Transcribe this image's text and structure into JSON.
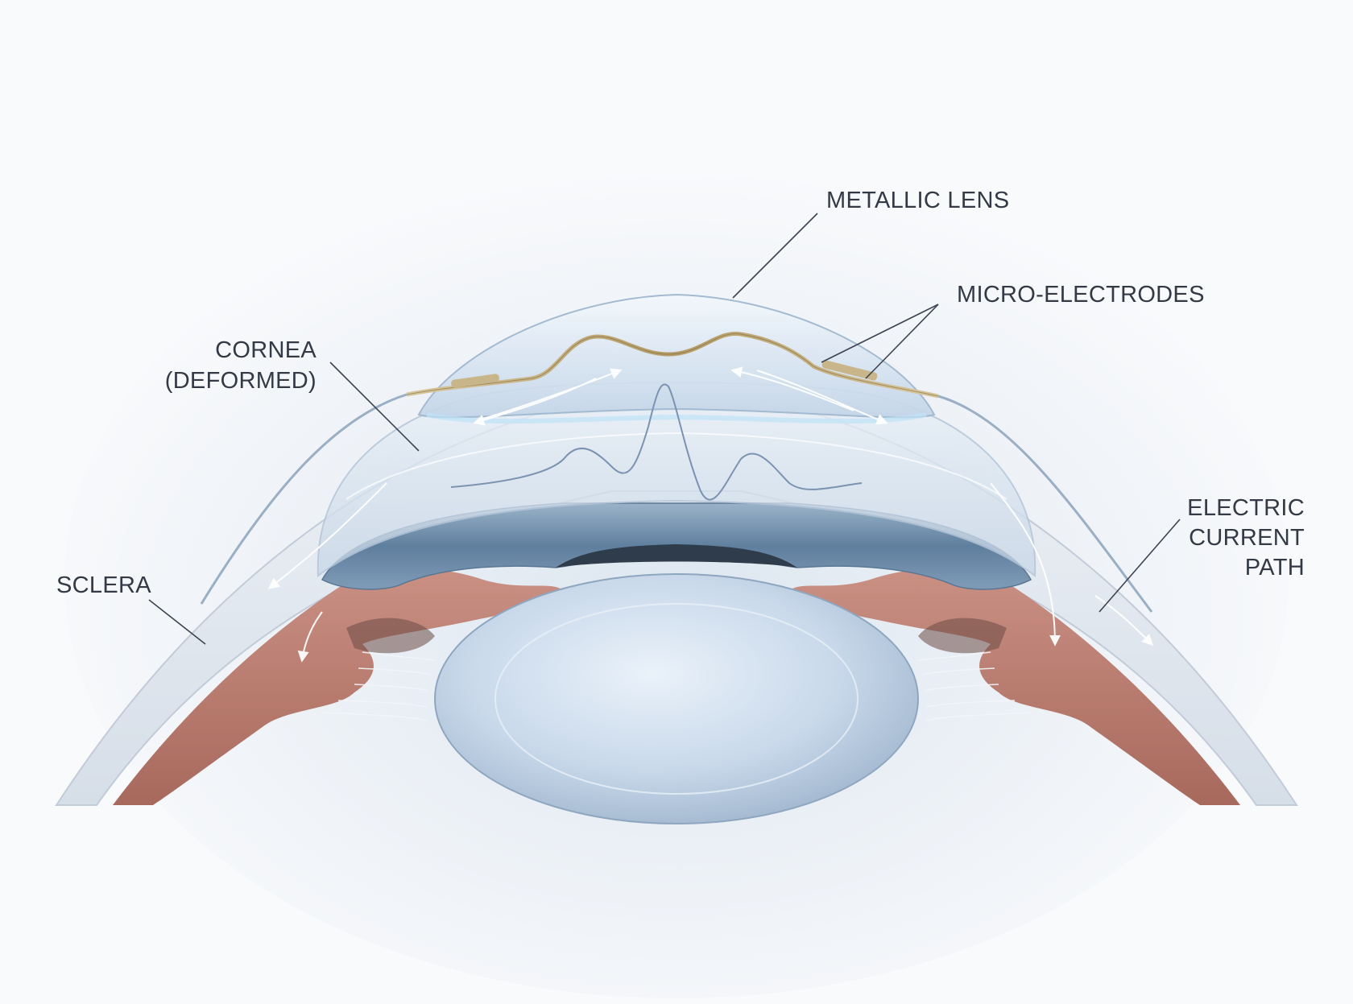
{
  "labels": {
    "metallic_lens": "METALLIC LENS",
    "micro_electrodes": "MICRO-ELECTRODES",
    "cornea_line1": "CORNEA",
    "cornea_line2": "(DEFORMED)",
    "sclera": "SCLERA",
    "electric_line1": "ELECTRIC",
    "electric_line2": "CURRENT",
    "electric_line3": "PATH"
  },
  "colors": {
    "background": "#f9fafc",
    "sclera": "#dfe6ee",
    "ciliary_tissue": "#b9786c",
    "iris": "#6f8fac",
    "lens": "#c9d8e8",
    "electrode": "#c8b58a",
    "label_text": "#333a45"
  }
}
